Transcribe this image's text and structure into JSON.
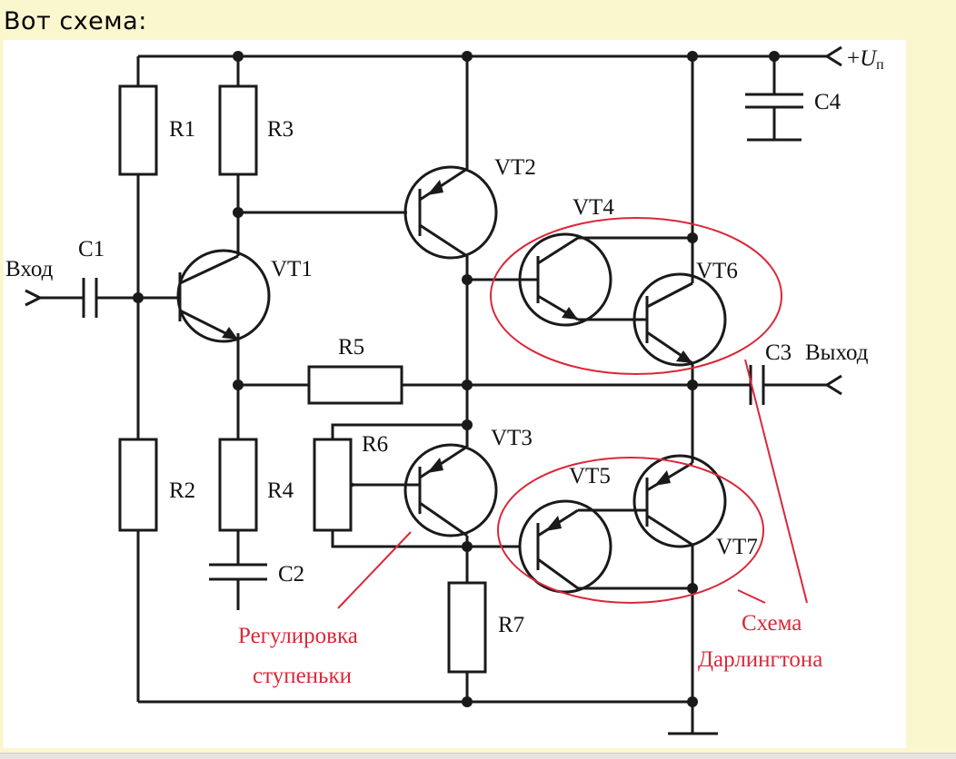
{
  "post": {
    "caption": "Вот схема:"
  },
  "schematic": {
    "labels": {
      "r1": "R1",
      "r2": "R2",
      "r3": "R3",
      "r4": "R4",
      "r5": "R5",
      "r6": "R6",
      "r7": "R7",
      "c1": "C1",
      "c2": "C2",
      "c3": "C3",
      "c4": "C4",
      "vt1": "VT1",
      "vt2": "VT2",
      "vt3": "VT3",
      "vt4": "VT4",
      "vt5": "VT5",
      "vt6": "VT6",
      "vt7": "VT7",
      "input": "Вход",
      "output": "Выход",
      "supply_prefix": "+",
      "supply_symbol": "U",
      "supply_subscript": "п"
    },
    "annotations": {
      "step_adjust_line1": "Регулировка",
      "step_adjust_line2": "ступеньки",
      "darlington_line1": "Схема",
      "darlington_line2": "Дарлингтона"
    },
    "colors": {
      "wire": "#1a1a1a",
      "annotation": "#d9283a"
    }
  }
}
